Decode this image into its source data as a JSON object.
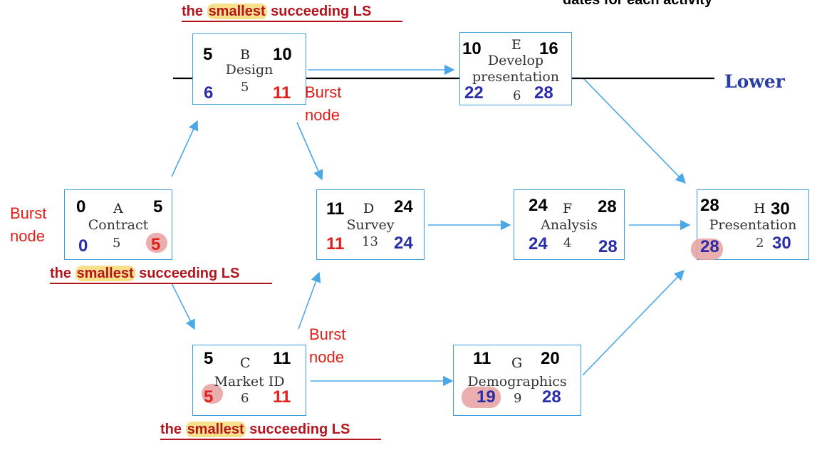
{
  "nodes": [
    {
      "id": "A",
      "letter": "A",
      "name": "Contract",
      "es": "0",
      "ef": "5",
      "ls": "0",
      "dur": "5",
      "lf": "5"
    },
    {
      "id": "B",
      "letter": "B",
      "name": "Design",
      "es": "5",
      "ef": "10",
      "ls": "6",
      "dur": "5",
      "lf": "11"
    },
    {
      "id": "C",
      "letter": "C",
      "name": "Market ID",
      "es": "5",
      "ef": "11",
      "ls": "5",
      "dur": "6",
      "lf": "11"
    },
    {
      "id": "D",
      "letter": "D",
      "name": "Survey",
      "es": "11",
      "ef": "24",
      "ls": "11",
      "dur": "13",
      "lf": "24"
    },
    {
      "id": "E",
      "letter": "E",
      "name": "Develop",
      "name2": "presentation",
      "es": "10",
      "ef": "16",
      "ls": "22",
      "dur": "6",
      "lf": "28"
    },
    {
      "id": "F",
      "letter": "F",
      "name": "Analysis",
      "es": "24",
      "ef": "28",
      "ls": "24",
      "dur": "4",
      "lf": "28"
    },
    {
      "id": "G",
      "letter": "G",
      "name": "Demographics",
      "es": "11",
      "ef": "20",
      "ls": "19",
      "dur": "9",
      "lf": "28"
    },
    {
      "id": "H",
      "letter": "H",
      "name": "Presentation",
      "es": "28",
      "ef": "30",
      "ls": "28",
      "dur": "2",
      "lf": "30"
    }
  ],
  "annotations": {
    "burst_left": "Burst node",
    "burst_b": "Burst node",
    "burst_c": "Burst node",
    "smallest_a": {
      "pre": "the ",
      "mark": "smallest",
      "post": " succeeding LS"
    },
    "smallest_top": {
      "pre": "the ",
      "mark": "smallest",
      "post": " succeeding LS"
    },
    "smallest_c": {
      "pre": "the ",
      "mark": "smallest",
      "post": " succeeding LS"
    },
    "lower_label": "Lower",
    "top_clipped": "dates for each activity"
  },
  "colors": {
    "edge": "#4aa8e6",
    "node_border": "#3c9ede",
    "late_blue": "#2a2ea8",
    "red": "#e0201a",
    "annotation_dark_red": "#b5141d",
    "highlight_yellow": "#f7e08a",
    "highlight_pink": "#e8a0a0"
  }
}
